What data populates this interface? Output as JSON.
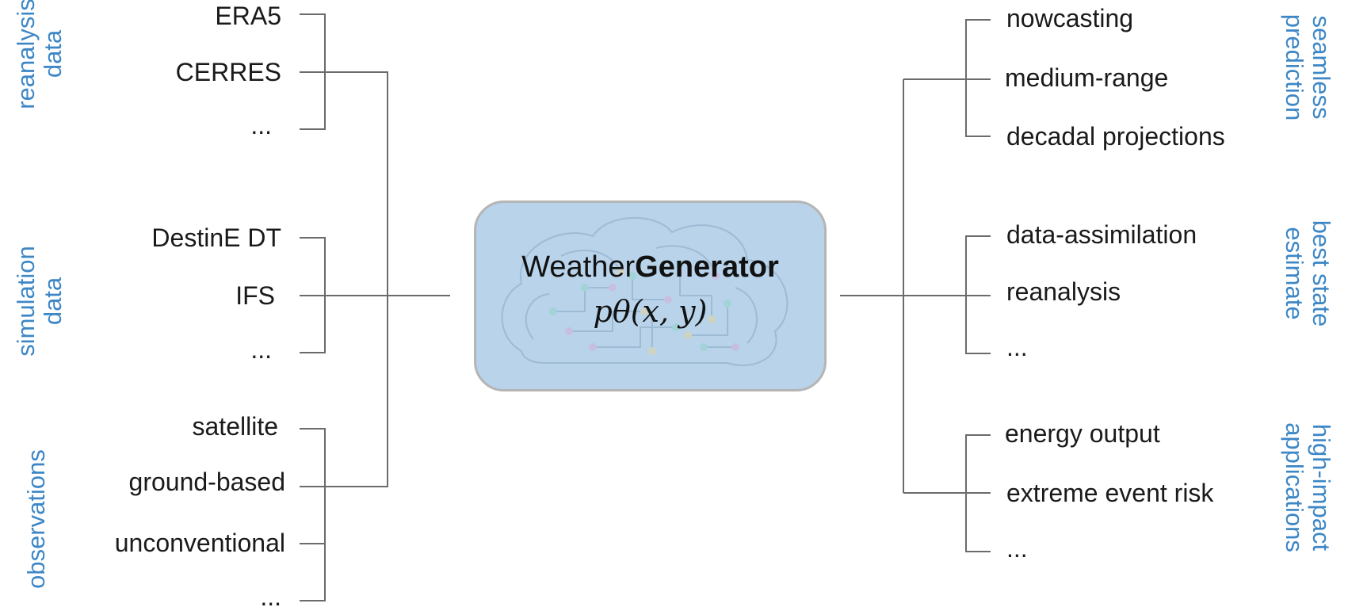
{
  "colors": {
    "accent": "#3d87c6",
    "box_fill": "#b8d3ea",
    "line": "#6b6b6b"
  },
  "center": {
    "title_regular": "Weather",
    "title_bold": "Generator",
    "formula": "pθ(x, y)",
    "icon": "brain-circuit-icon"
  },
  "inputs": [
    {
      "category": [
        "reanalysis",
        "data"
      ],
      "items": [
        "ERA5",
        "CERRES",
        "..."
      ]
    },
    {
      "category": [
        "simulation",
        "data"
      ],
      "items": [
        "DestinE DT",
        "IFS",
        "..."
      ]
    },
    {
      "category": [
        "observations"
      ],
      "items": [
        "satellite",
        "ground-based",
        "unconventional",
        "..."
      ]
    }
  ],
  "outputs": [
    {
      "category": [
        "seamless",
        "prediction"
      ],
      "items": [
        "nowcasting",
        "medium-range",
        "decadal projections"
      ]
    },
    {
      "category": [
        "best state",
        "estimate"
      ],
      "items": [
        "data-assimilation",
        "reanalysis",
        "..."
      ]
    },
    {
      "category": [
        "high-impact",
        "applications"
      ],
      "items": [
        "energy output",
        "extreme event risk",
        "..."
      ]
    }
  ]
}
